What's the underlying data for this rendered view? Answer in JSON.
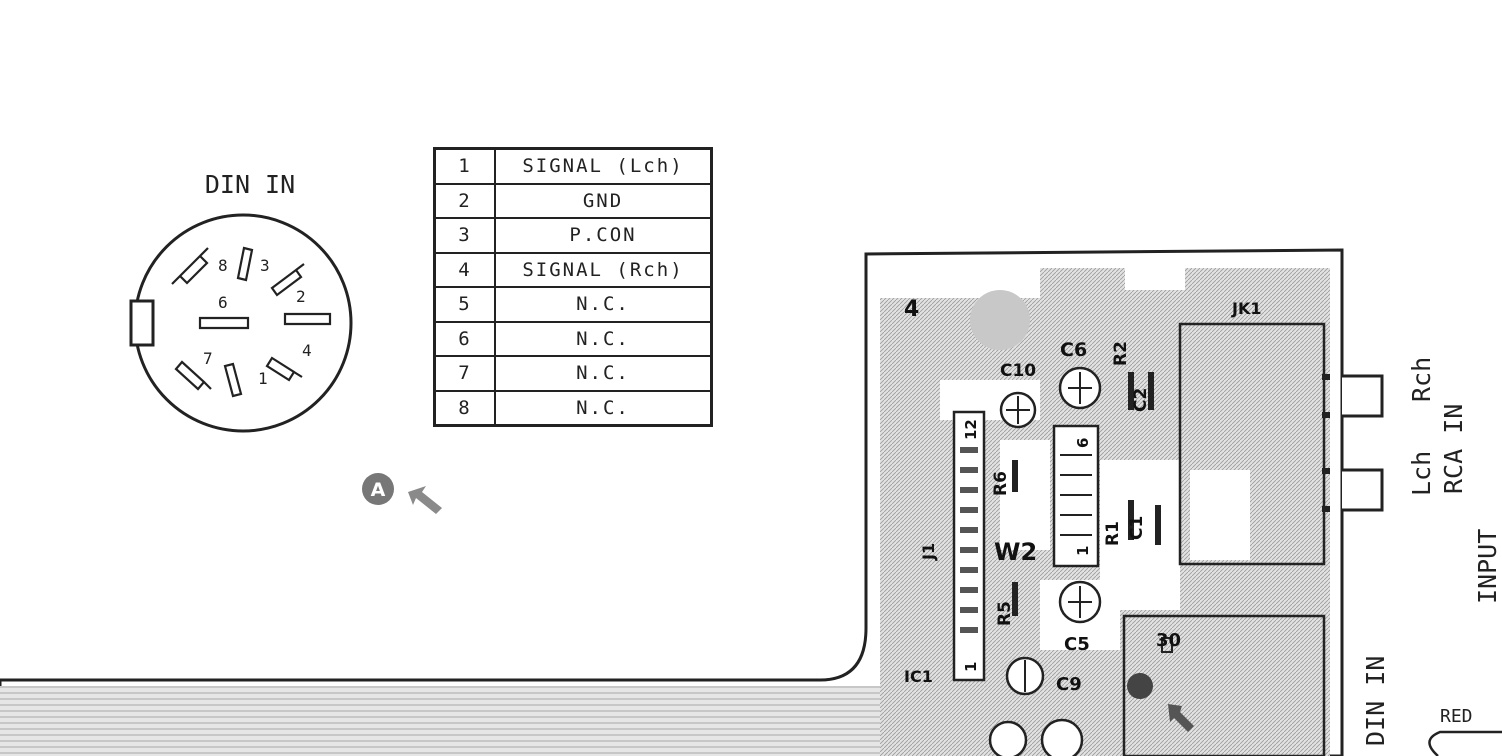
{
  "din_connector": {
    "title": "DIN IN",
    "pins": [
      "1",
      "2",
      "3",
      "4",
      "6",
      "7",
      "8"
    ]
  },
  "pin_table": {
    "rows": [
      {
        "pin": "1",
        "signal": "SIGNAL (Lch)"
      },
      {
        "pin": "2",
        "signal": "GND"
      },
      {
        "pin": "3",
        "signal": "P.CON"
      },
      {
        "pin": "4",
        "signal": "SIGNAL (Rch)"
      },
      {
        "pin": "5",
        "signal": "N.C."
      },
      {
        "pin": "6",
        "signal": "N.C."
      },
      {
        "pin": "7",
        "signal": "N.C."
      },
      {
        "pin": "8",
        "signal": "N.C."
      }
    ]
  },
  "markers": {
    "view_marker": "A"
  },
  "pcb": {
    "board_number": "4",
    "jack_label": "JK1",
    "components": {
      "c10": "C10",
      "c6": "C6",
      "r2": "R2",
      "c2": "C2",
      "r6": "R6",
      "r1": "R1",
      "c1": "C1",
      "w2": "W2",
      "j1": "J1",
      "r5": "R5",
      "c5": "C5",
      "c9": "C9",
      "ic1": "IC1",
      "thirty": "30",
      "pin12": "12",
      "pin6": "6",
      "pin1": "1",
      "pin1b": "1"
    }
  },
  "side_labels": {
    "rch": "Rch",
    "lch": "Lch",
    "rca_in": "RCA IN",
    "input": "INPUT",
    "din_in": "DIN IN",
    "red": "RED"
  },
  "colors": {
    "ink": "#222222",
    "hatch": "#d8d8d8",
    "paper": "#ffffff"
  }
}
